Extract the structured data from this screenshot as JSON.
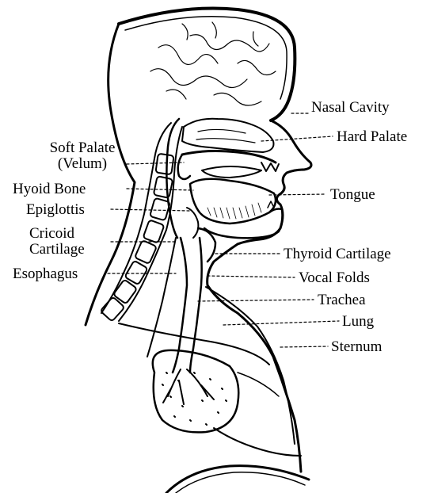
{
  "labels": {
    "nasal_cavity": "Nasal Cavity",
    "hard_palate": "Hard Palate",
    "soft_palate": "Soft Palate",
    "velum": "(Velum)",
    "hyoid_bone": "Hyoid Bone",
    "epiglottis": "Epiglottis",
    "cricoid": "Cricoid",
    "cartilage": "Cartilage",
    "esophagus": "Esophagus",
    "tongue": "Tongue",
    "thyroid_cartilage": "Thyroid Cartilage",
    "vocal_folds": "Vocal Folds",
    "trachea": "Trachea",
    "lung": "Lung",
    "sternum": "Sternum"
  },
  "colors": {
    "ink": "#000000",
    "background": "#ffffff"
  }
}
